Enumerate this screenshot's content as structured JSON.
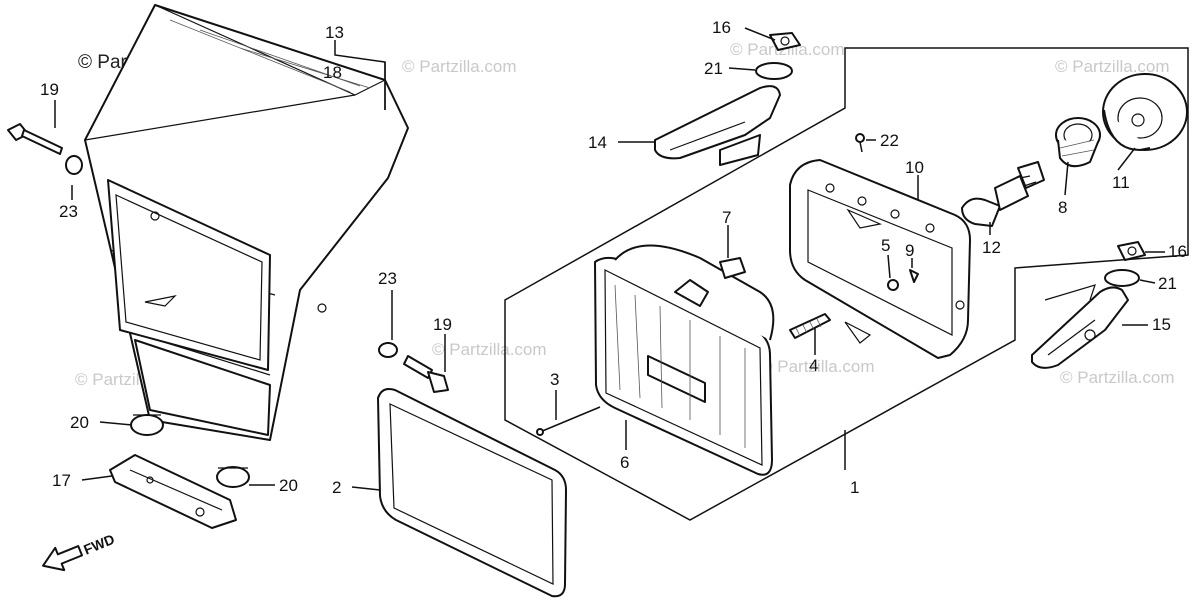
{
  "watermarks": {
    "main": "© Partzilla.com",
    "faint": "© Partzilla.com"
  },
  "fwd_label": "FWD",
  "callouts": [
    "1",
    "2",
    "3",
    "4",
    "5",
    "6",
    "7",
    "8",
    "9",
    "10",
    "11",
    "12",
    "13",
    "18",
    "14",
    "15",
    "16",
    "16",
    "17",
    "19",
    "19",
    "20",
    "20",
    "21",
    "21",
    "22",
    "23",
    "23"
  ]
}
